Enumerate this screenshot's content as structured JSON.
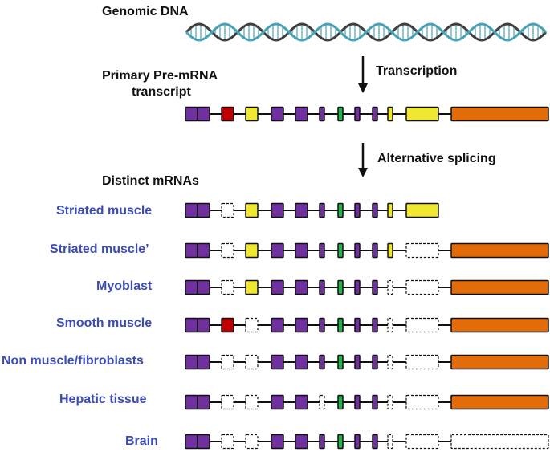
{
  "titles": {
    "genomic_dna": "Genomic DNA",
    "pre_mrna_line1": "Primary Pre-mRNA",
    "pre_mrna_line2": "transcript",
    "distinct": "Distinct mRNAs"
  },
  "steps": {
    "transcription": "Transcription",
    "splicing": "Alternative splicing"
  },
  "colors": {
    "purple": "#7030a0",
    "red": "#c00000",
    "yellow": "#f0e830",
    "green": "#22b14c",
    "orange": "#e36c09",
    "label_blue": "#3b4cb8",
    "dna_teal": "#4aa3b5",
    "dna_dark": "#404040"
  },
  "exons": [
    {
      "id": "e1",
      "color": "purple"
    },
    {
      "id": "e2",
      "color": "purple"
    },
    {
      "id": "e3",
      "color": "red"
    },
    {
      "id": "e4",
      "color": "yellow"
    },
    {
      "id": "e5",
      "color": "purple"
    },
    {
      "id": "e6",
      "color": "purple"
    },
    {
      "id": "e7",
      "color": "purple"
    },
    {
      "id": "e8",
      "color": "green"
    },
    {
      "id": "e9",
      "color": "purple"
    },
    {
      "id": "e10",
      "color": "purple"
    },
    {
      "id": "e11",
      "color": "yellow"
    },
    {
      "id": "e12",
      "color": "yellow"
    },
    {
      "id": "e13",
      "color": "orange"
    }
  ],
  "tissues": [
    {
      "name": "Striated muscle",
      "included": [
        1,
        1,
        0,
        1,
        1,
        1,
        1,
        1,
        1,
        1,
        1,
        1,
        null
      ]
    },
    {
      "name": "Striated muscle’",
      "included": [
        1,
        1,
        0,
        1,
        1,
        1,
        1,
        1,
        1,
        1,
        1,
        0,
        1
      ]
    },
    {
      "name": "Myoblast",
      "included": [
        1,
        1,
        0,
        1,
        1,
        1,
        1,
        1,
        1,
        1,
        0,
        0,
        1
      ]
    },
    {
      "name": "Smooth muscle",
      "included": [
        1,
        1,
        1,
        0,
        1,
        1,
        1,
        1,
        1,
        1,
        0,
        0,
        1
      ]
    },
    {
      "name": "Non muscle/fibroblasts",
      "included": [
        1,
        1,
        0,
        0,
        1,
        1,
        1,
        1,
        1,
        1,
        0,
        0,
        1
      ]
    },
    {
      "name": "Hepatic tissue",
      "included": [
        1,
        1,
        0,
        0,
        1,
        1,
        0,
        1,
        1,
        1,
        0,
        0,
        1
      ]
    },
    {
      "name": "Brain",
      "included": [
        1,
        1,
        0,
        0,
        1,
        1,
        1,
        1,
        1,
        1,
        0,
        0,
        0
      ]
    }
  ]
}
